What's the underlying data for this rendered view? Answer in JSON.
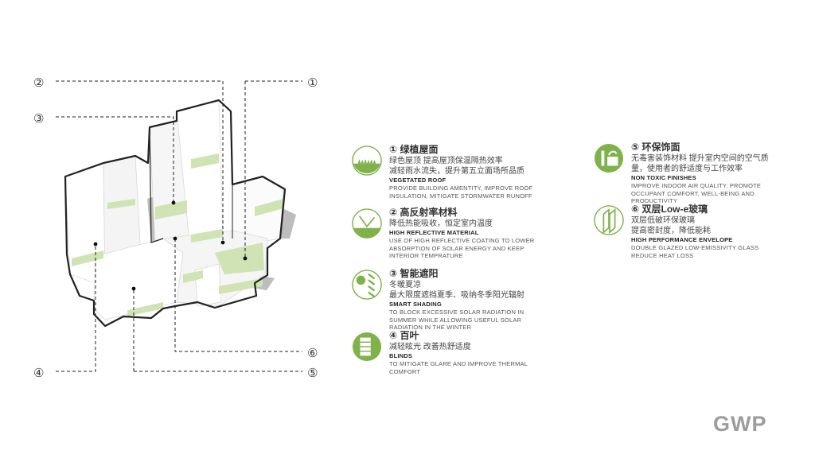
{
  "callouts": [
    "①",
    "②",
    "③",
    "④",
    "⑤",
    "⑥"
  ],
  "colors": {
    "green": "#7fb24a",
    "light_green": "#cfe3b4",
    "line": "#222222",
    "shadow": "#bdbdbd",
    "logo": "#9c9c9c"
  },
  "items": [
    {
      "icon": "vegetated-roof-icon",
      "title": "① 绿植屋面",
      "cn": [
        "绿色屋顶  提高屋顶保温隔热效率",
        "减轻雨水流失，提升第五立面场所品质"
      ],
      "en_title": "VEGETATED ROOF",
      "en": [
        "PROVIDE BUILDING AMENTITY, IMPROVE ROOF",
        "INSULATION, MITIGATE STORMWATER RUNOFF"
      ]
    },
    {
      "icon": "reflective-material-icon",
      "title": "② 高反射率材料",
      "cn": [
        "降低热能吸收，恒定室内温度"
      ],
      "en_title": "HIGH REFLECTIVE MATERIAL",
      "en": [
        "USE OF HIGH REFLECTIVE COATING TO LOWER",
        "ABSORPTION OF SOLAR ENERGY AND KEEP",
        "INTERIOR TEMPRATURE"
      ]
    },
    {
      "icon": "smart-shading-icon",
      "title": "③ 智能遮阳",
      "cn": [
        "冬暖夏凉",
        "最大限度遮挡夏季、吸纳冬季阳光辐射"
      ],
      "en_title": "SMART SHADING",
      "en": [
        "TO BLOCK EXCESSIVE SOLAR RADIATION IN",
        "SUMMER WHILE ALLOWING USEFUL SOLAR",
        "RADIATION IN THE WINTER"
      ]
    },
    {
      "icon": "blinds-icon",
      "title": "④ 百叶",
      "cn": [
        "减轻眩光 改善热舒适度"
      ],
      "en_title": "BLINDS",
      "en": [
        "TO MITIGATE GLARE AND IMPROVE THERMAL",
        "COMFORT"
      ]
    },
    {
      "icon": "non-toxic-finishes-icon",
      "title": "⑤ 环保饰面",
      "cn": [
        "无毒害装饰材料  提升室内空间的空气质",
        "量，使用者的舒适度与工作效率"
      ],
      "en_title": "NON TOXIC FINISHES",
      "en": [
        "IMPROVE INDOOR AIR QUALITY. PROMOTE",
        "OCCUPANT COMFORT, WELL-BEING AND",
        "PRODUCTIVITY"
      ]
    },
    {
      "icon": "low-e-glass-icon",
      "title": "⑥ 双层Low-e玻璃",
      "cn": [
        "双层低破环保玻璃",
        "提高密封度，降低能耗"
      ],
      "en_title": "HIGH PERFORMANCE ENVELOPE",
      "en": [
        "DOUBLE GLAZED LOW-EMISSIVITY GLASS",
        "REDUCE HEAT LOSS"
      ]
    }
  ],
  "logo": "GWP"
}
